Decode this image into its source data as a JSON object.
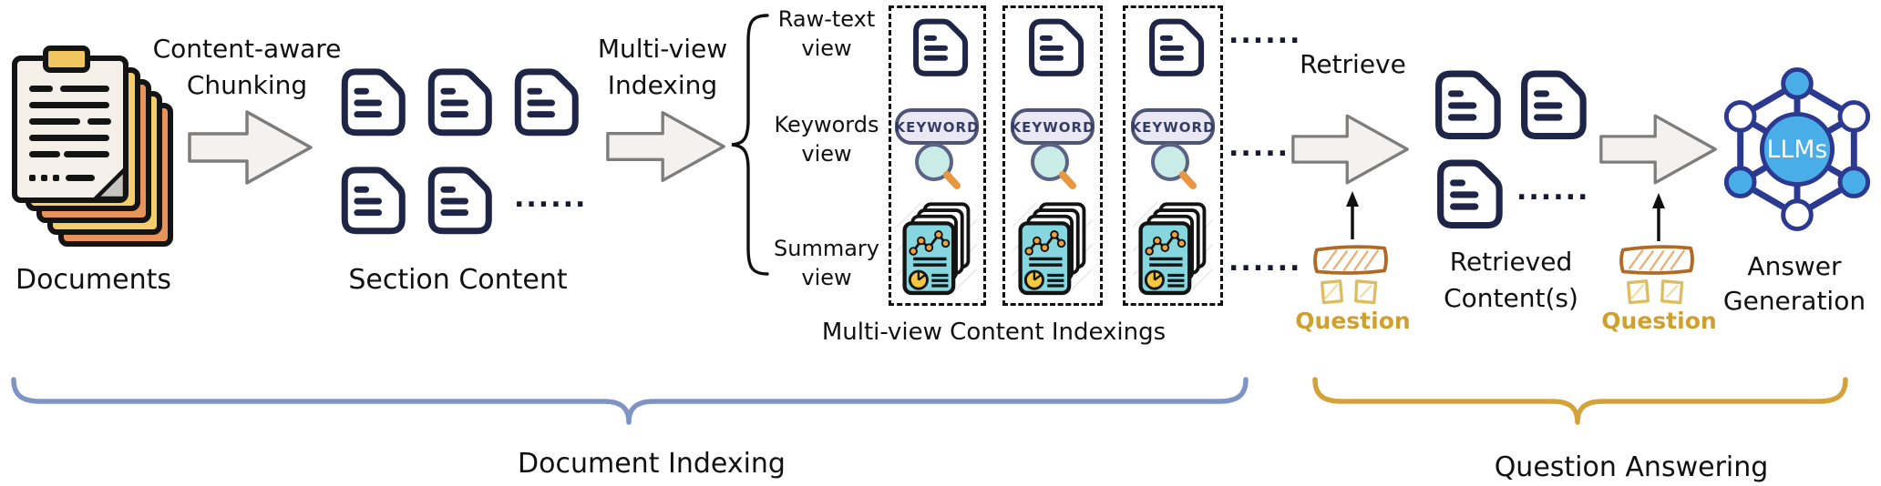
{
  "figure": {
    "stage_documents": {
      "caption": "Documents"
    },
    "arrow_chunking": {
      "label_line1": "Content-aware",
      "label_line2": "Chunking"
    },
    "stage_section_content": {
      "caption": "Section Content"
    },
    "arrow_indexing": {
      "label_line1": "Multi-view",
      "label_line2": "Indexing"
    },
    "views": [
      {
        "line1": "Raw-text",
        "line2": "view"
      },
      {
        "line1": "Keywords",
        "line2": "view"
      },
      {
        "line1": "Summary",
        "line2": "view"
      }
    ],
    "keyword_badge": "KEYWORD",
    "indexings_caption": "Multi-view Content Indexings",
    "arrow_retrieve": {
      "label": "Retrieve"
    },
    "question_left": {
      "label": "Question"
    },
    "stage_retrieved": {
      "caption_line1": "Retrieved",
      "caption_line2": "Content(s)"
    },
    "question_right": {
      "label": "Question"
    },
    "llm_node": {
      "label": "LLMs"
    },
    "stage_answer": {
      "caption_line1": "Answer",
      "caption_line2": "Generation"
    },
    "ellipsis": "......",
    "phases": {
      "document_indexing": "Document Indexing",
      "question_answering": "Question Answering"
    },
    "colors": {
      "document_outline": "#1f2547",
      "arrow_fill": "#f3f2f1",
      "arrow_stroke": "#7d7d7d",
      "keyword_badge_fill": "#eae8f5",
      "keyword_badge_stroke": "#4e5574",
      "magnifier_fill": "#c9ece6",
      "magnifier_handle": "#e8963f",
      "summary_card_fill": "#85d6de",
      "question_rect_stroke": "#b06a28",
      "question_square_stroke": "#ddbd62",
      "question_label": "#cfa02e",
      "llm_fill": "#49aee7",
      "llm_stroke": "#2b3a90",
      "brace_document_indexing": "#7e95c4",
      "brace_question_answering": "#d3a33a"
    }
  }
}
